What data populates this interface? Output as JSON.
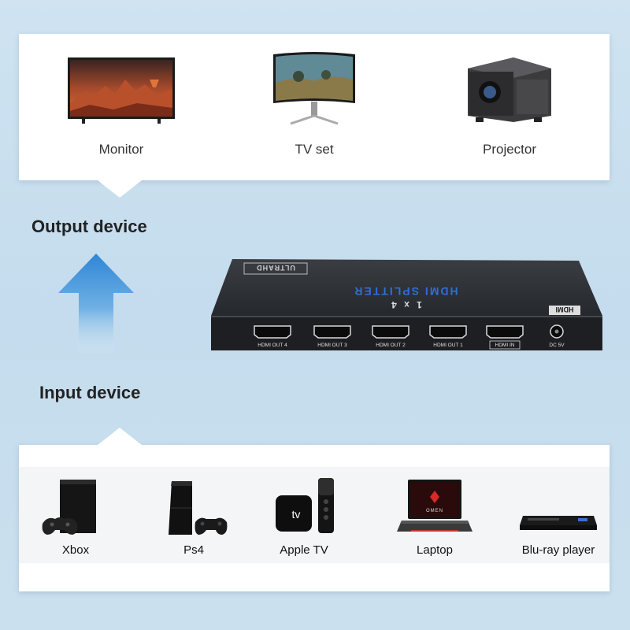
{
  "output_devices": [
    {
      "label": "Monitor",
      "icon": "monitor-icon"
    },
    {
      "label": "TV set",
      "icon": "tv-set-icon"
    },
    {
      "label": "Projector",
      "icon": "projector-icon"
    }
  ],
  "output_title": "Output device",
  "input_title": "Input device",
  "splitter": {
    "brand_badge": "ULTRAHD",
    "model": "1 x 4",
    "name": "HDMI SPLITTER",
    "logo": "HDMI",
    "ports": [
      "HDMI OUT 4",
      "HDMI OUT 3",
      "HDMI OUT 2",
      "HDMI OUT 1",
      "HDMI IN",
      "DC 5V"
    ]
  },
  "input_devices": [
    {
      "label": "Xbox",
      "icon": "xbox-icon"
    },
    {
      "label": "Ps4",
      "icon": "ps4-icon"
    },
    {
      "label": "Apple TV",
      "icon": "apple-tv-icon",
      "badge": "tv"
    },
    {
      "label": "Laptop",
      "icon": "laptop-icon",
      "screen_text": "OMEN"
    },
    {
      "label": "Blu-ray player",
      "icon": "blu-ray-player-icon"
    }
  ],
  "colors": {
    "arrow_top": "#2f86d6",
    "arrow_bottom": "#d6e9f6",
    "splitter_body": "#2b2e33",
    "splitter_text": "#2f6fd8"
  }
}
